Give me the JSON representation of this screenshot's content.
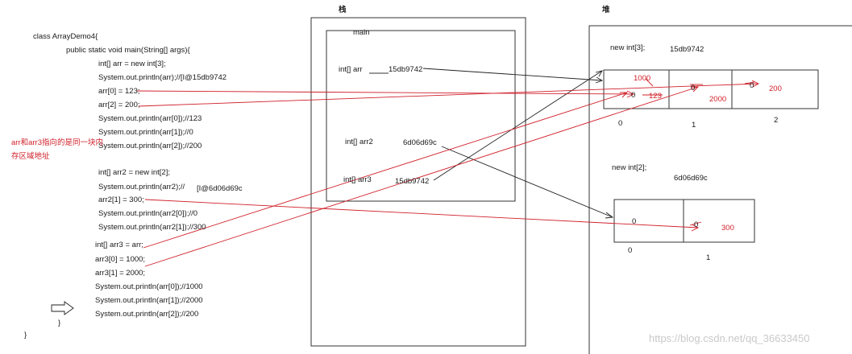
{
  "code": {
    "class_decl": "class ArrayDemo4{",
    "method_decl": "public static void main(String[] args){",
    "lines": [
      "int[] arr = new int[3];",
      "System.out.println(arr);//[I@15db9742",
      "arr[0] = 123;",
      "arr[2] = 200;",
      "System.out.println(arr[0]);//123",
      "System.out.println(arr[1]);//0",
      "System.out.println(arr[2]);//200",
      "int[] arr2 = new int[2];",
      "System.out.println(arr2);//",
      "[I@6d06d69c",
      "arr2[1] = 300;",
      "System.out.println(arr2[0]);//0",
      "System.out.println(arr2[1]);//300",
      "int[] arr3 = arr;",
      "arr3[0] = 1000;",
      "arr3[1] = 2000;",
      "System.out.println(arr[0]);//1000",
      "System.out.println(arr[1]);//2000",
      "System.out.println(arr[2]);//200"
    ],
    "method_close": "}",
    "class_close": "}"
  },
  "note": [
    "arr和arr3指向的是同一块内",
    "存区域地址"
  ],
  "stack": {
    "title": "栈",
    "frame_label": "main",
    "vars": [
      {
        "name": "int[] arr",
        "value": "15db9742"
      },
      {
        "name": "int[] arr2",
        "value": "6d06d69c"
      },
      {
        "name": "int[] arr3",
        "value": "15db9742"
      }
    ]
  },
  "heap": {
    "title": "堆",
    "array1": {
      "label": "new int[3];",
      "address": "15db9742",
      "cells": [
        {
          "old": "0",
          "strike1": "123",
          "new": "1000"
        },
        {
          "old": "0",
          "new": "2000"
        },
        {
          "old": "0",
          "new": "200"
        }
      ],
      "indices": [
        "0",
        "1",
        "2"
      ]
    },
    "array2": {
      "label": "new int[2];",
      "address": "6d06d69c",
      "cells": [
        {
          "old": "0"
        },
        {
          "old": "0",
          "new": "300"
        }
      ],
      "indices": [
        "0",
        "1"
      ]
    }
  },
  "watermark": "https://blog.csdn.net/qq_36633450",
  "colors": {
    "ink": "#1a1a1a",
    "annotation": "#d0202a"
  }
}
